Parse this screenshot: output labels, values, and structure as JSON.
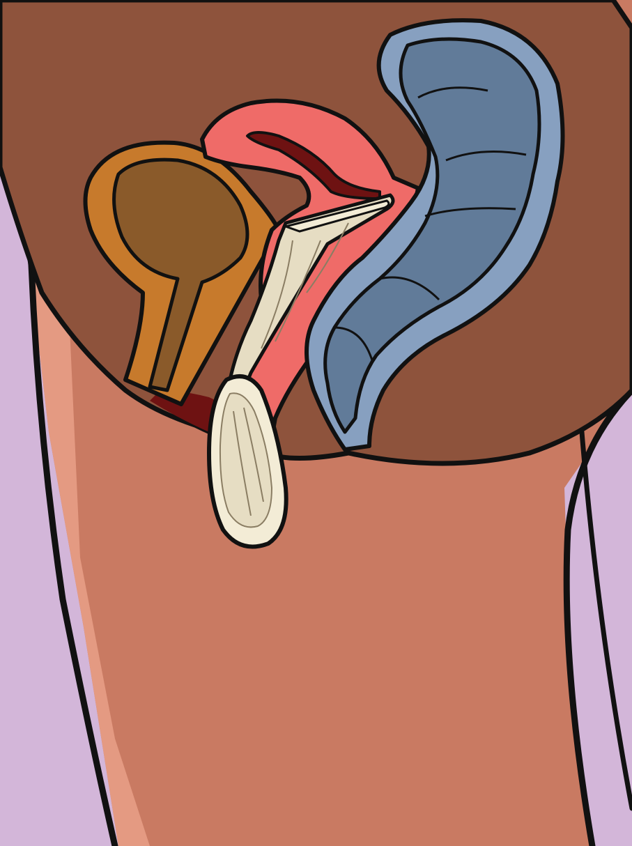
{
  "illustration": {
    "colors": {
      "background": "#d3b6d9",
      "skin_light": "#e49a82",
      "skin_mid": "#c97a62",
      "pelvis": "#8e533c",
      "bladder_outer": "#c77a2c",
      "bladder_inner": "#8a5a2a",
      "uterus": "#ef6b68",
      "uterus_cavity": "#6e1212",
      "condom": "#e6ddc3",
      "condom_light": "#f3ecd6",
      "rectum_outer": "#87a0c0",
      "rectum_inner": "#617b99",
      "outline": "#111111"
    },
    "parts": [
      "bladder",
      "uterus",
      "vagina",
      "internal-condom",
      "rectum"
    ]
  }
}
